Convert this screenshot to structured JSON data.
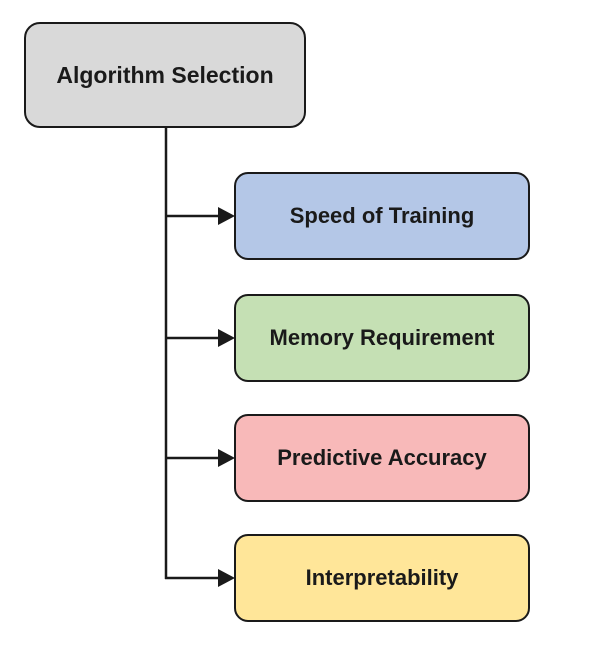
{
  "root": {
    "label": "Algorithm Selection",
    "color": "#d9d9d9"
  },
  "children": [
    {
      "label": "Speed of Training",
      "color": "#b4c7e7"
    },
    {
      "label": "Memory Requirement",
      "color": "#c5e0b4"
    },
    {
      "label": "Predictive Accuracy",
      "color": "#f8b9b9"
    },
    {
      "label": "Interpretability",
      "color": "#ffe699"
    }
  ],
  "connector": {
    "color": "#1a1a1a",
    "icon": "arrow-right-icon"
  }
}
